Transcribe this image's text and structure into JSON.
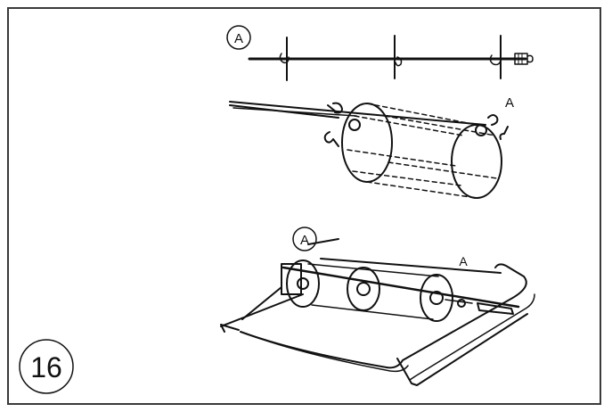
{
  "step_number": "16",
  "callout_a_top": "A",
  "callout_a_middle": "A",
  "callout_a_bottom_circled": "A",
  "callout_a_bottom_plain": "A",
  "colors": {
    "line": "#111111",
    "frame": "#3a3a3a",
    "background": "#ffffff"
  }
}
